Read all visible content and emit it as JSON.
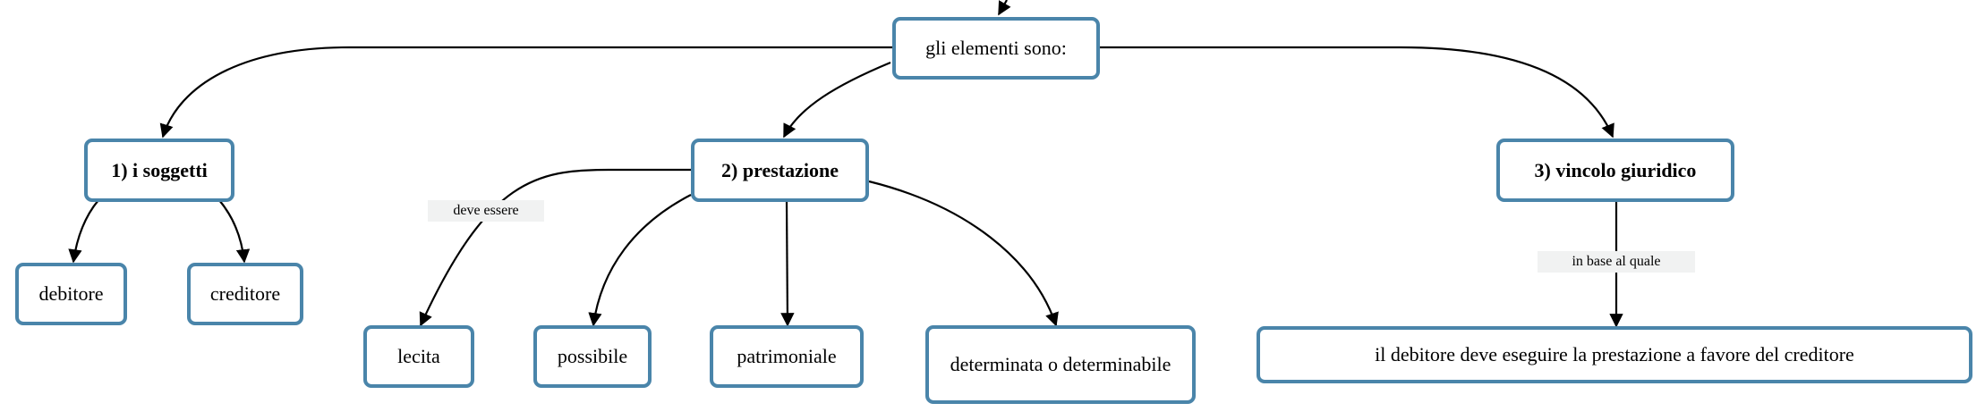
{
  "nodes": {
    "root": "gli elementi sono:",
    "soggetti": "1) i soggetti",
    "prestazione": "2) prestazione",
    "vincolo": "3) vincolo giuridico",
    "debitore": "debitore",
    "creditore": "creditore",
    "lecita": "lecita",
    "possibile": "possibile",
    "patrimoniale": "patrimoniale",
    "determinata": "determinata o determinabile",
    "debitore_deve": "il debitore deve eseguire la prestazione a favore del creditore"
  },
  "edge_labels": {
    "deve_essere": "deve essere",
    "in_base_al_quale": "in base al quale"
  }
}
